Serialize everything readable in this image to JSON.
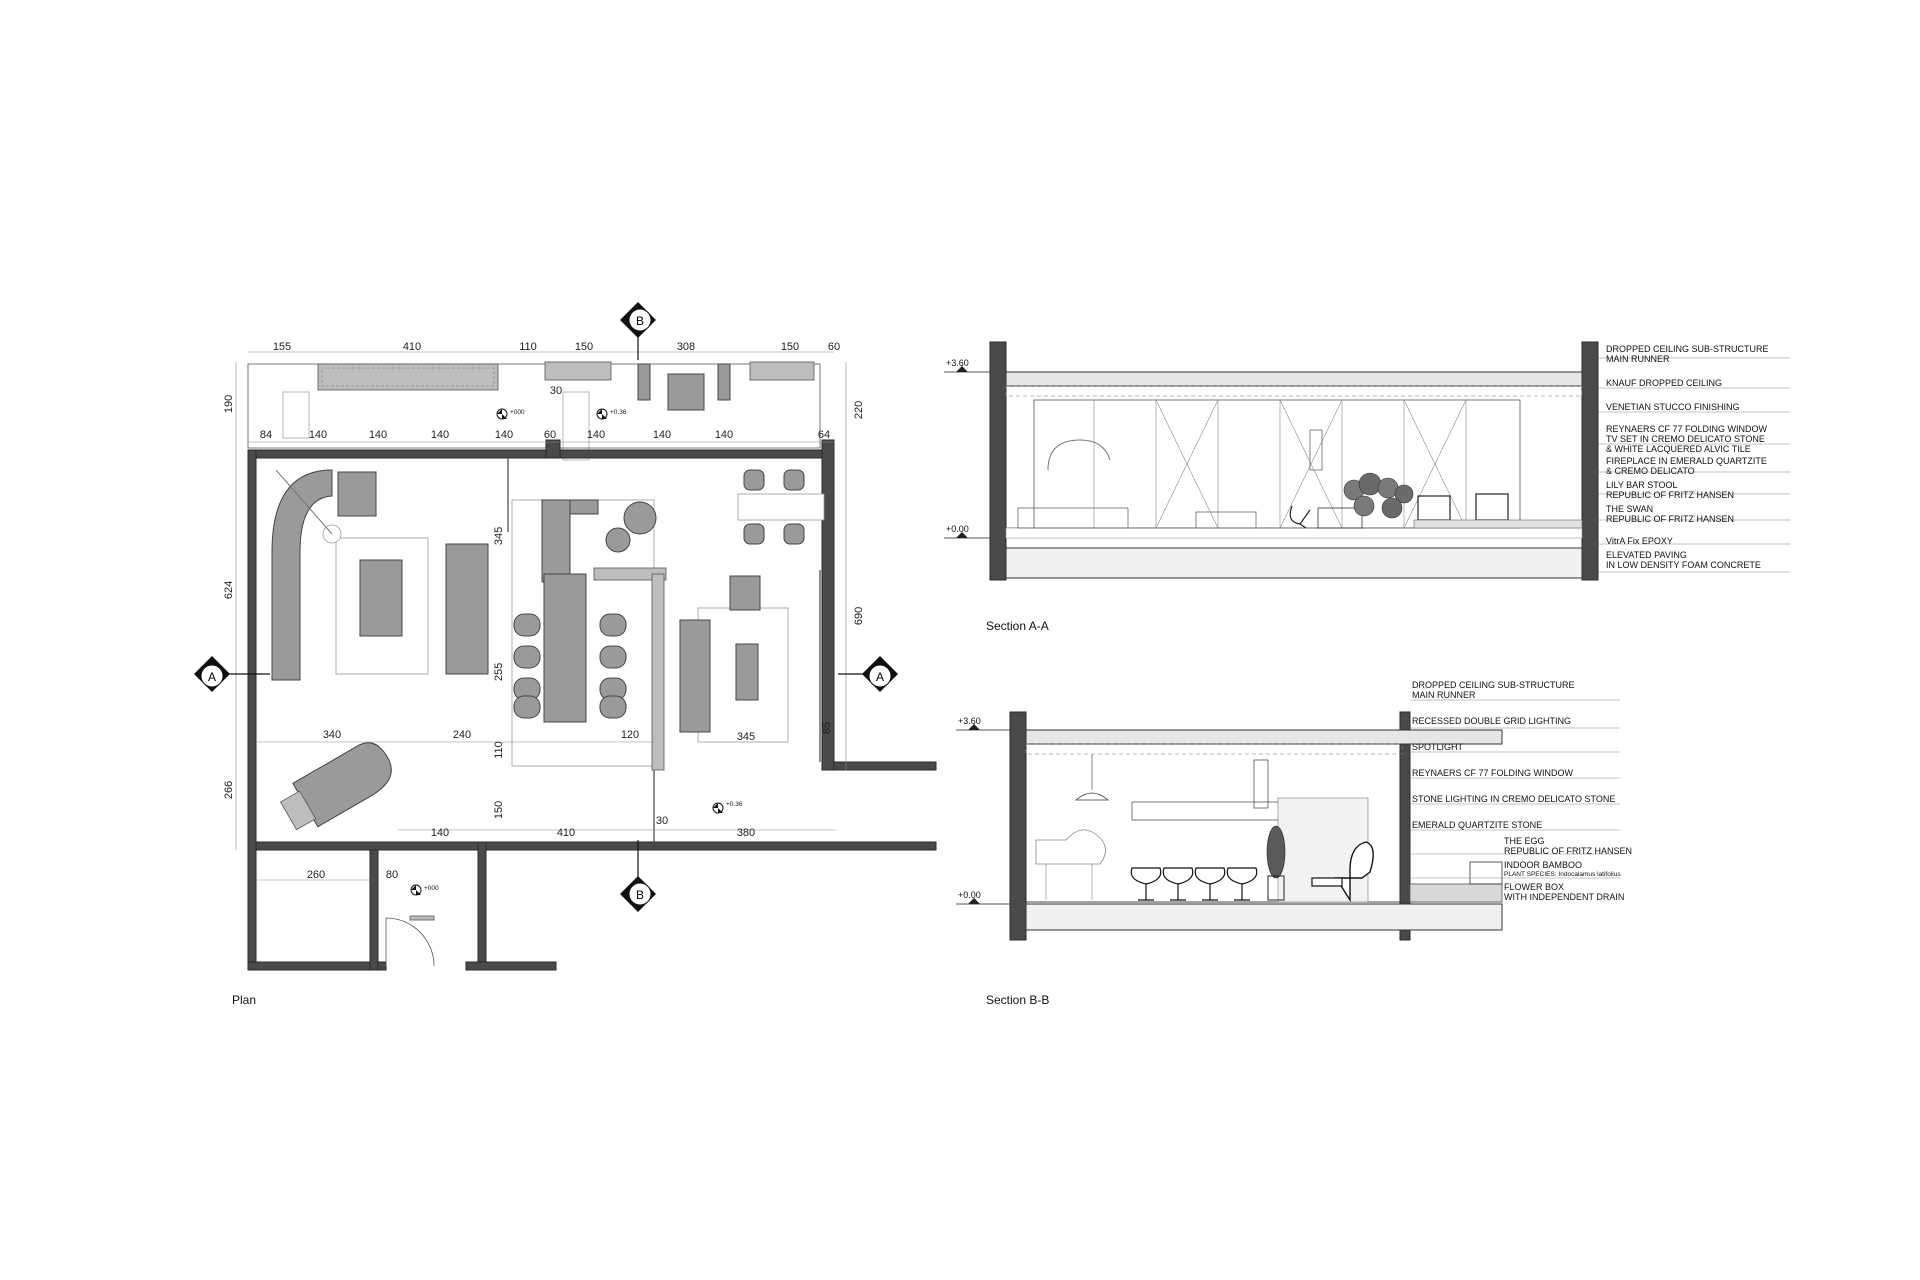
{
  "plan": {
    "caption": "Plan",
    "dims_top": [
      "155",
      "410",
      "110",
      "150",
      "308",
      "150",
      "60"
    ],
    "dims_terrace": [
      "84",
      "140",
      "140",
      "140",
      "140",
      "60",
      "140",
      "140",
      "140",
      "64"
    ],
    "dims_left": [
      "190",
      "624",
      "266"
    ],
    "dims_right": [
      "220",
      "690",
      "85"
    ],
    "dims_interior": {
      "d340": "340",
      "d240": "240",
      "d110": "110",
      "d120": "120",
      "d345a": "345",
      "d345b": "345",
      "d255": "255",
      "d150": "150",
      "d30a": "30",
      "d30b": "30",
      "d60": "60",
      "d140": "140",
      "d410": "410",
      "d380": "380",
      "d260": "260",
      "d80": "80"
    },
    "levels": {
      "l1": "+000",
      "l2": "+0.36",
      "l3": "+0.36",
      "l4": "+000"
    },
    "markers": {
      "section_a": "A",
      "section_b": "B"
    }
  },
  "section_aa": {
    "caption": "Section A-A",
    "levels": [
      "+3.60",
      "+0.00"
    ],
    "notes": [
      "DROPPED CEILING SUB-STRUCTURE",
      "MAIN RUNNER",
      "KNAUF DROPPED CEILING",
      "VENETIAN STUCCO FINISHING",
      "REYNAERS CF 77 FOLDING WINDOW",
      "TV SET IN CREMO DELICATO STONE",
      "& WHITE LACQUERED ALVIC TILE",
      "FIREPLACE IN EMERALD QUARTZITE",
      "& CREMO DELICATO",
      "LILY BAR STOOL",
      "REPUBLIC OF FRITZ HANSEN",
      "THE SWAN",
      "REPUBLIC OF FRITZ HANSEN",
      "VitrA Fix EPOXY",
      "ELEVATED PAVING",
      "IN LOW DENSITY FOAM CONCRETE"
    ]
  },
  "section_bb": {
    "caption": "Section B-B",
    "levels": [
      "+3.60",
      "+0.00"
    ],
    "notes": [
      "DROPPED CEILING SUB-STRUCTURE",
      "MAIN RUNNER",
      "RECESSED DOUBLE GRID LIGHTING",
      "SPOTLIGHT",
      "REYNAERS CF 77 FOLDING WINDOW",
      "STONE LIGHTING IN CREMO DELICATO STONE",
      "EMERALD QUARTZITE STONE",
      "THE EGG",
      "REPUBLIC OF FRITZ HANSEN",
      "INDOOR BAMBOO",
      "PLANT SPECIES: Indocalamus latifolius",
      "FLOWER BOX",
      "WITH INDEPENDENT DRAIN"
    ]
  }
}
